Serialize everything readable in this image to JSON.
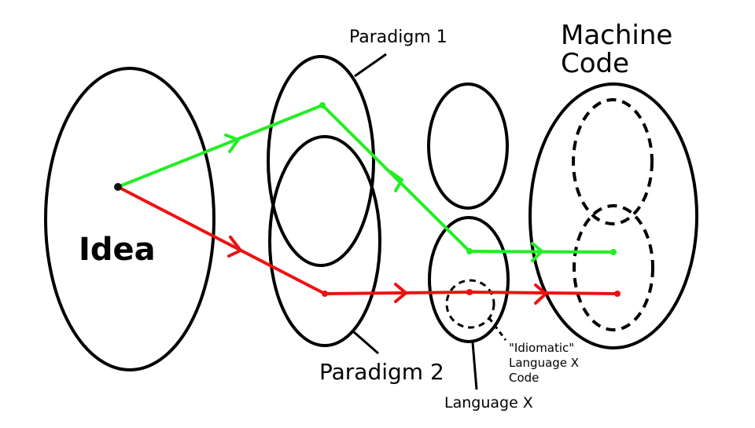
{
  "labels": {
    "idea": "Idea",
    "paradigm1": "Paradigm 1",
    "paradigm2": "Paradigm 2",
    "machine_code": [
      "Machine",
      "Code"
    ],
    "language_x": "Language X",
    "idiomatic": [
      "\"Idiomatic\"",
      "Language X",
      "Code"
    ]
  },
  "paths": [
    {
      "color": "#22ee22",
      "via": [
        "idea",
        "paradigm1",
        "language_x",
        "machine_code"
      ]
    },
    {
      "color": "#ee1111",
      "via": [
        "idea",
        "paradigm2",
        "idiomatic_language_x_code",
        "machine_code"
      ]
    }
  ]
}
